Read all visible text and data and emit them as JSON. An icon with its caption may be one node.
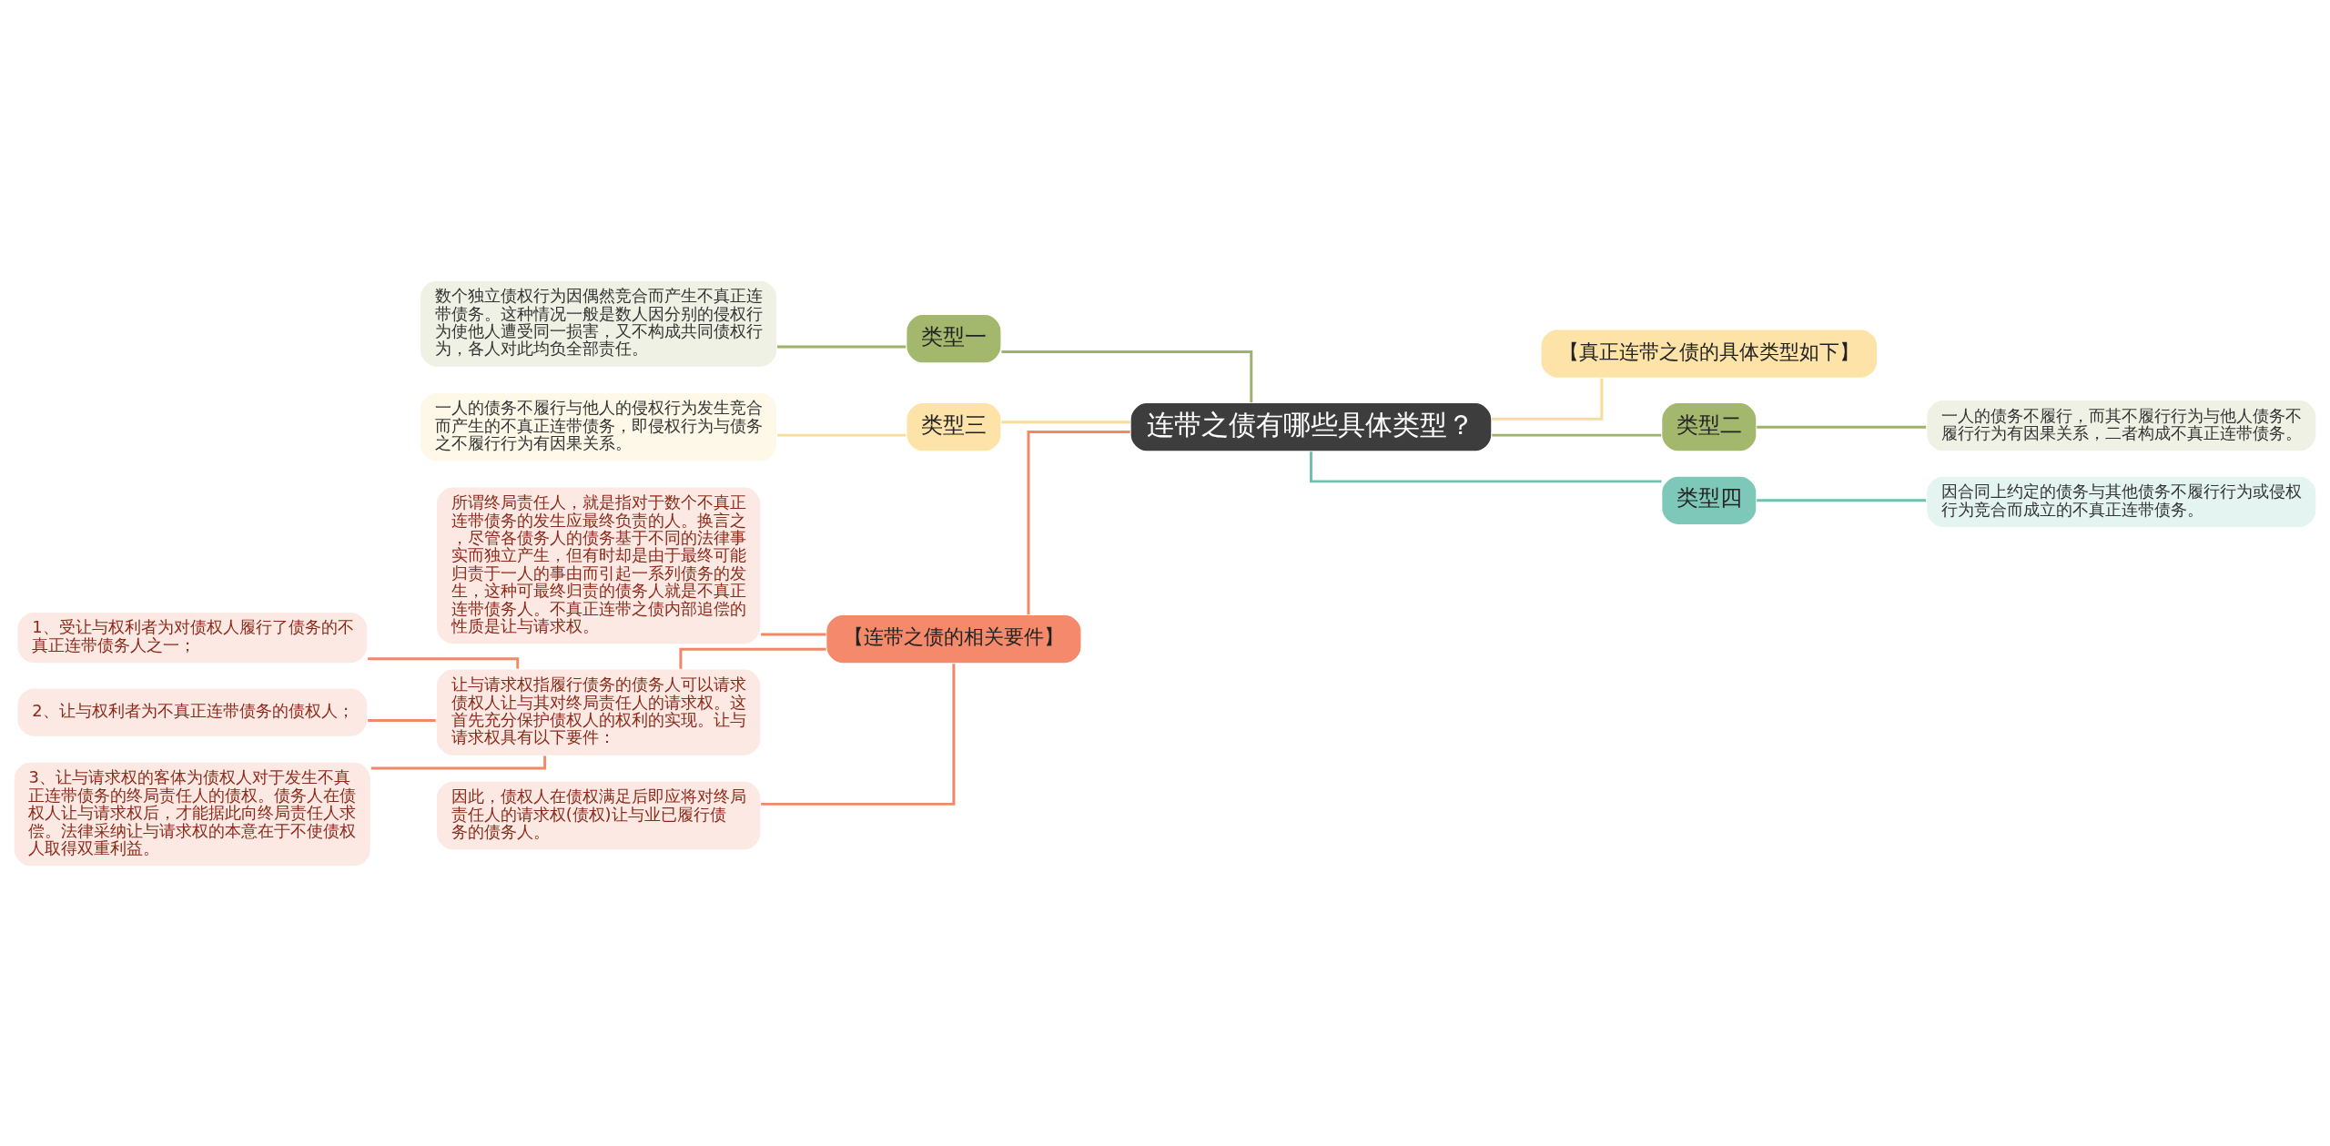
{
  "diagram": {
    "nodes": [
      {
        "text": [
          "连带之债有哪些具体类型？"
        ]
      },
      {
        "text": [
          "类型一"
        ]
      },
      {
        "text": [
          "数个独立债权行为因偶然竞合而产生不真正连带债务。这种情况一般是数人因分别的侵权行为使他人遭受同一损害，又不构成共同债权行为，各人对此均负全部责任。"
        ]
      },
      {
        "text": [
          "类型三"
        ]
      },
      {
        "text": [
          "一人的债务不履行与他人的侵权行为发生竞合而产生的不真正连带债务，即侵权行为与债务之不履行行为有因果关系。"
        ]
      },
      {
        "text": [
          "【连带之债的相关要件】"
        ]
      },
      {
        "text": [
          "所谓终局责任人，就是指对于数个不真正连带债务的发生应最终负责的人。换言之，尽管各债务人的债务基于不同的法律事实而独立产生，但有时却是由于最终可能归责于一人的事由而引起一系列债务的发生，这种可最终归责的债务人就是不真正连带债务人。不真正连带之债内部追偿的性质是让与请求权。"
        ]
      },
      {
        "text": [
          "让与请求权指履行债务的债务人可以请求债权人让与其对终局责任人的请求权。这首先充分保护债权人的权利的实现。让与请求权具有以下要件："
        ]
      },
      {
        "text": [
          "1、受让与权利者为对债权人履行了债务的不真正连带债务人之一；"
        ]
      },
      {
        "text": [
          "2、让与权利者为不真正连带债务的债权人；"
        ]
      },
      {
        "text": [
          "3、让与请求权的客体为债权人对于发生不真正连带债务的终局责任人的债权。债务人在债权人让与请求权后，才能据此向终局责任人求偿。法律采纳让与请求权的本意在于不使债权人取得双重利益。"
        ]
      },
      {
        "text": [
          "因此，债权人在债权满足后即应将对终局责任人的请求权(债权)让与业已履行债务的债务人。"
        ]
      },
      {
        "text": [
          "【真正连带之债的具体类型如下】"
        ]
      },
      {
        "text": [
          "类型二"
        ]
      },
      {
        "text": [
          "一人的债务不履行，而其不履行行为与他人债务不履行行为有因果关系，二者构成不真正连带债务。"
        ]
      },
      {
        "text": [
          "类型四"
        ]
      },
      {
        "text": [
          "因合同上约定的债务与其他债务不履行行为或侵权行为竞合而成立的不真正连带债务。"
        ]
      }
    ],
    "edges": [
      {
        "from": 0,
        "to": 1,
        "arrow": "none",
        "color": "#9db36b"
      },
      {
        "from": 1,
        "to": 2,
        "arrow": "none",
        "color": "#9db36b"
      },
      {
        "from": 0,
        "to": 3,
        "arrow": "none",
        "color": "#f9dc98"
      },
      {
        "from": 3,
        "to": 4,
        "arrow": "none",
        "color": "#f9dc98"
      },
      {
        "from": 0,
        "to": 5,
        "arrow": "none"
      },
      {
        "from": 5,
        "to": 6,
        "arrow": "none"
      },
      {
        "from": 5,
        "to": 7,
        "arrow": "none"
      },
      {
        "from": 7,
        "to": 8,
        "arrow": "none"
      },
      {
        "from": 7,
        "to": 9,
        "arrow": "none"
      },
      {
        "from": 7,
        "to": 10,
        "arrow": "none"
      },
      {
        "from": 5,
        "to": 11,
        "arrow": "none"
      },
      {
        "from": 0,
        "to": 12,
        "arrow": "none",
        "color": "#f9dc98"
      },
      {
        "from": 0,
        "to": 13,
        "arrow": "none",
        "color": "#9db36b"
      },
      {
        "from": 13,
        "to": 14,
        "arrow": "none",
        "color": "#9db36b"
      },
      {
        "from": 0,
        "to": 15,
        "arrow": "none",
        "color": "#6fc0b0"
      },
      {
        "from": 15,
        "to": 16,
        "arrow": "none",
        "color": "#6fc0b0"
      }
    ]
  }
}
